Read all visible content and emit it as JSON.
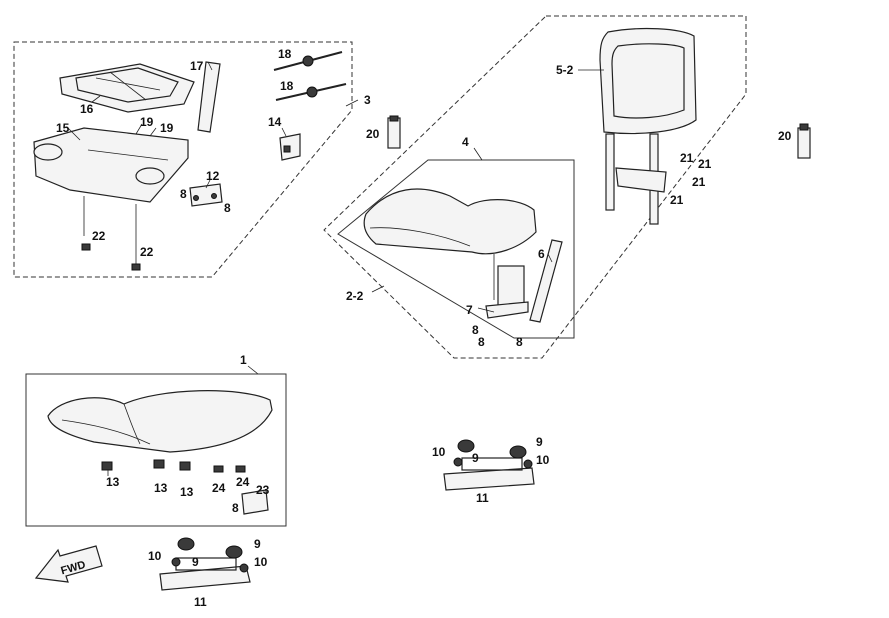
{
  "labels": {
    "l1": "1",
    "l2_2": "2-2",
    "l3": "3",
    "l4": "4",
    "l5_2": "5-2",
    "l6": "6",
    "l7": "7",
    "l8a": "8",
    "l8b": "8",
    "l8c": "8",
    "l8d": "8",
    "l8e": "8",
    "l8f": "8",
    "l9a": "9",
    "l9b": "9",
    "l9c": "9",
    "l9d": "9",
    "l10a": "10",
    "l10b": "10",
    "l10c": "10",
    "l10d": "10",
    "l11a": "11",
    "l11b": "11",
    "l12": "12",
    "l13a": "13",
    "l13b": "13",
    "l13c": "13",
    "l14": "14",
    "l15": "15",
    "l16": "16",
    "l17": "17",
    "l18a": "18",
    "l18b": "18",
    "l19a": "19",
    "l19b": "19",
    "l20a": "20",
    "l20b": "20",
    "l21a": "21",
    "l21b": "21",
    "l21c": "21",
    "l21d": "21",
    "l22a": "22",
    "l22b": "22",
    "l23": "23",
    "l24a": "24",
    "l24b": "24"
  },
  "fwd_label": "FWD"
}
